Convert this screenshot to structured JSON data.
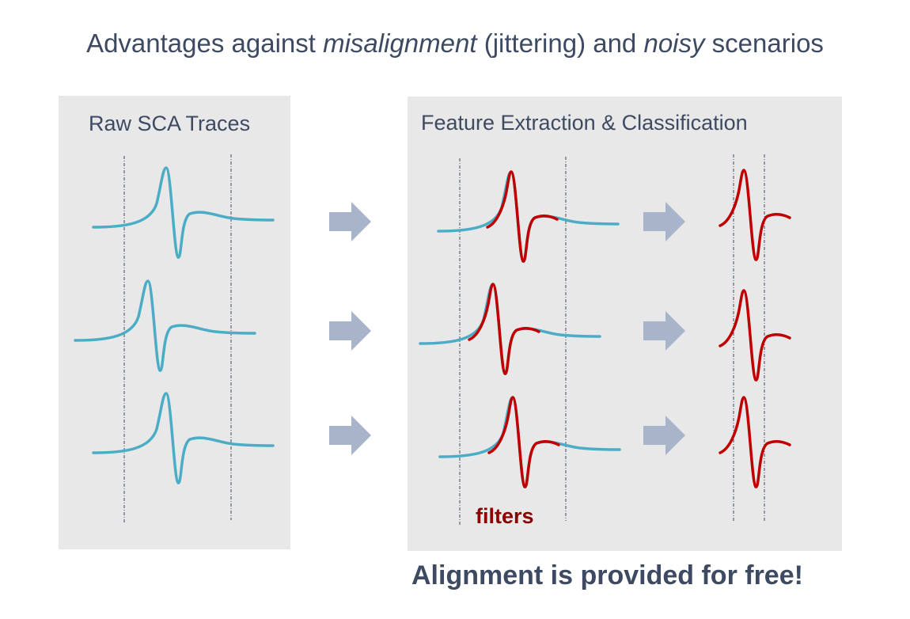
{
  "title": {
    "part1": "Advantages against ",
    "italic1": "misalignment",
    "part2": " (jittering) and ",
    "italic2": "noisy",
    "part3": " scenarios"
  },
  "panels": {
    "left": {
      "title": "Raw SCA Traces"
    },
    "right": {
      "title": "Feature Extraction & Classification"
    }
  },
  "filters_label": "filters",
  "footer": "Alignment is provided for free!",
  "colors": {
    "trace": "#4bacc6",
    "filter": "#c00000",
    "arrow": "#a7b4c9",
    "text": "#3d4a62",
    "panel": "#e8e8e8"
  },
  "traces": {
    "raw_shifts": [
      0,
      -28,
      2
    ],
    "aligned_count": 3,
    "cropped_count": 3
  },
  "icons": [
    "arrow-right-icon"
  ]
}
